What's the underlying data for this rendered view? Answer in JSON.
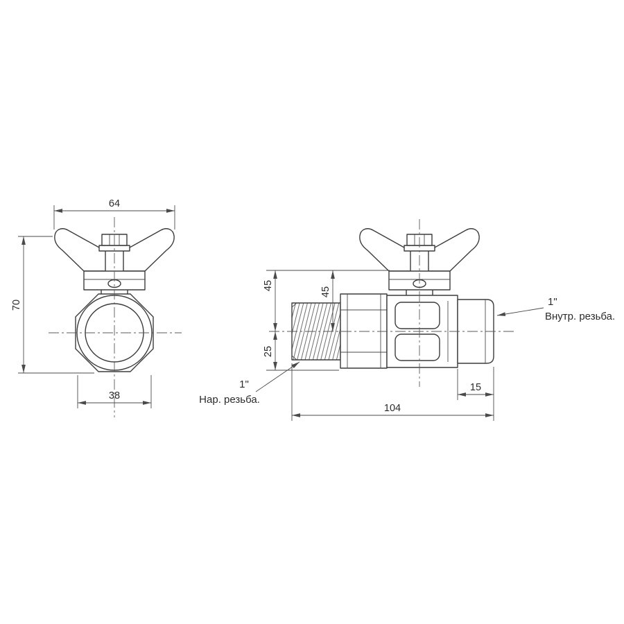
{
  "front_view": {
    "dim_width": "64",
    "dim_height": "70",
    "dim_bore": "38"
  },
  "side_view": {
    "dim_a": "45",
    "dim_b": "45",
    "dim_c": "25",
    "dim_length": "104",
    "dim_end": "15"
  },
  "labels": {
    "male_size": "1\"",
    "male_text": "Нар. резьба.",
    "female_size": "1\"",
    "female_text": "Внутр. резьба."
  }
}
